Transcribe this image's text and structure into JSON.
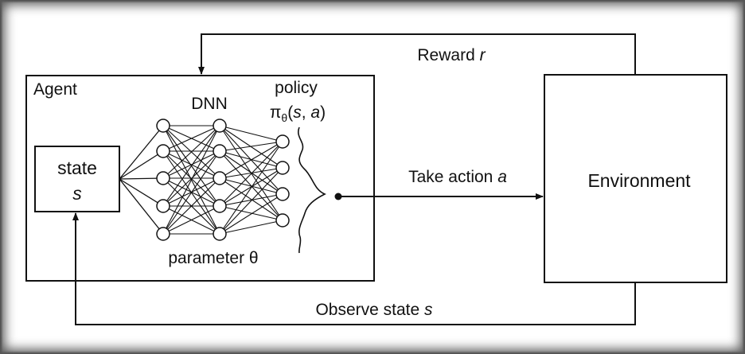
{
  "diagram": {
    "agent_label": "Agent",
    "dnn_label": "DNN",
    "policy_label": "policy",
    "policy_symbol": "π",
    "policy_subscript": "θ",
    "policy_args_open": "(",
    "policy_arg_s": "s",
    "policy_args_sep": ", ",
    "policy_arg_a": "a",
    "policy_args_close": ")",
    "state_label": "state",
    "state_symbol": "s",
    "parameter_label": "parameter θ",
    "environment_label": "Environment",
    "reward_text": "Reward ",
    "reward_symbol": "r",
    "action_text": "Take action ",
    "action_symbol": "a",
    "observe_text": "Observe state ",
    "observe_symbol": "s"
  }
}
